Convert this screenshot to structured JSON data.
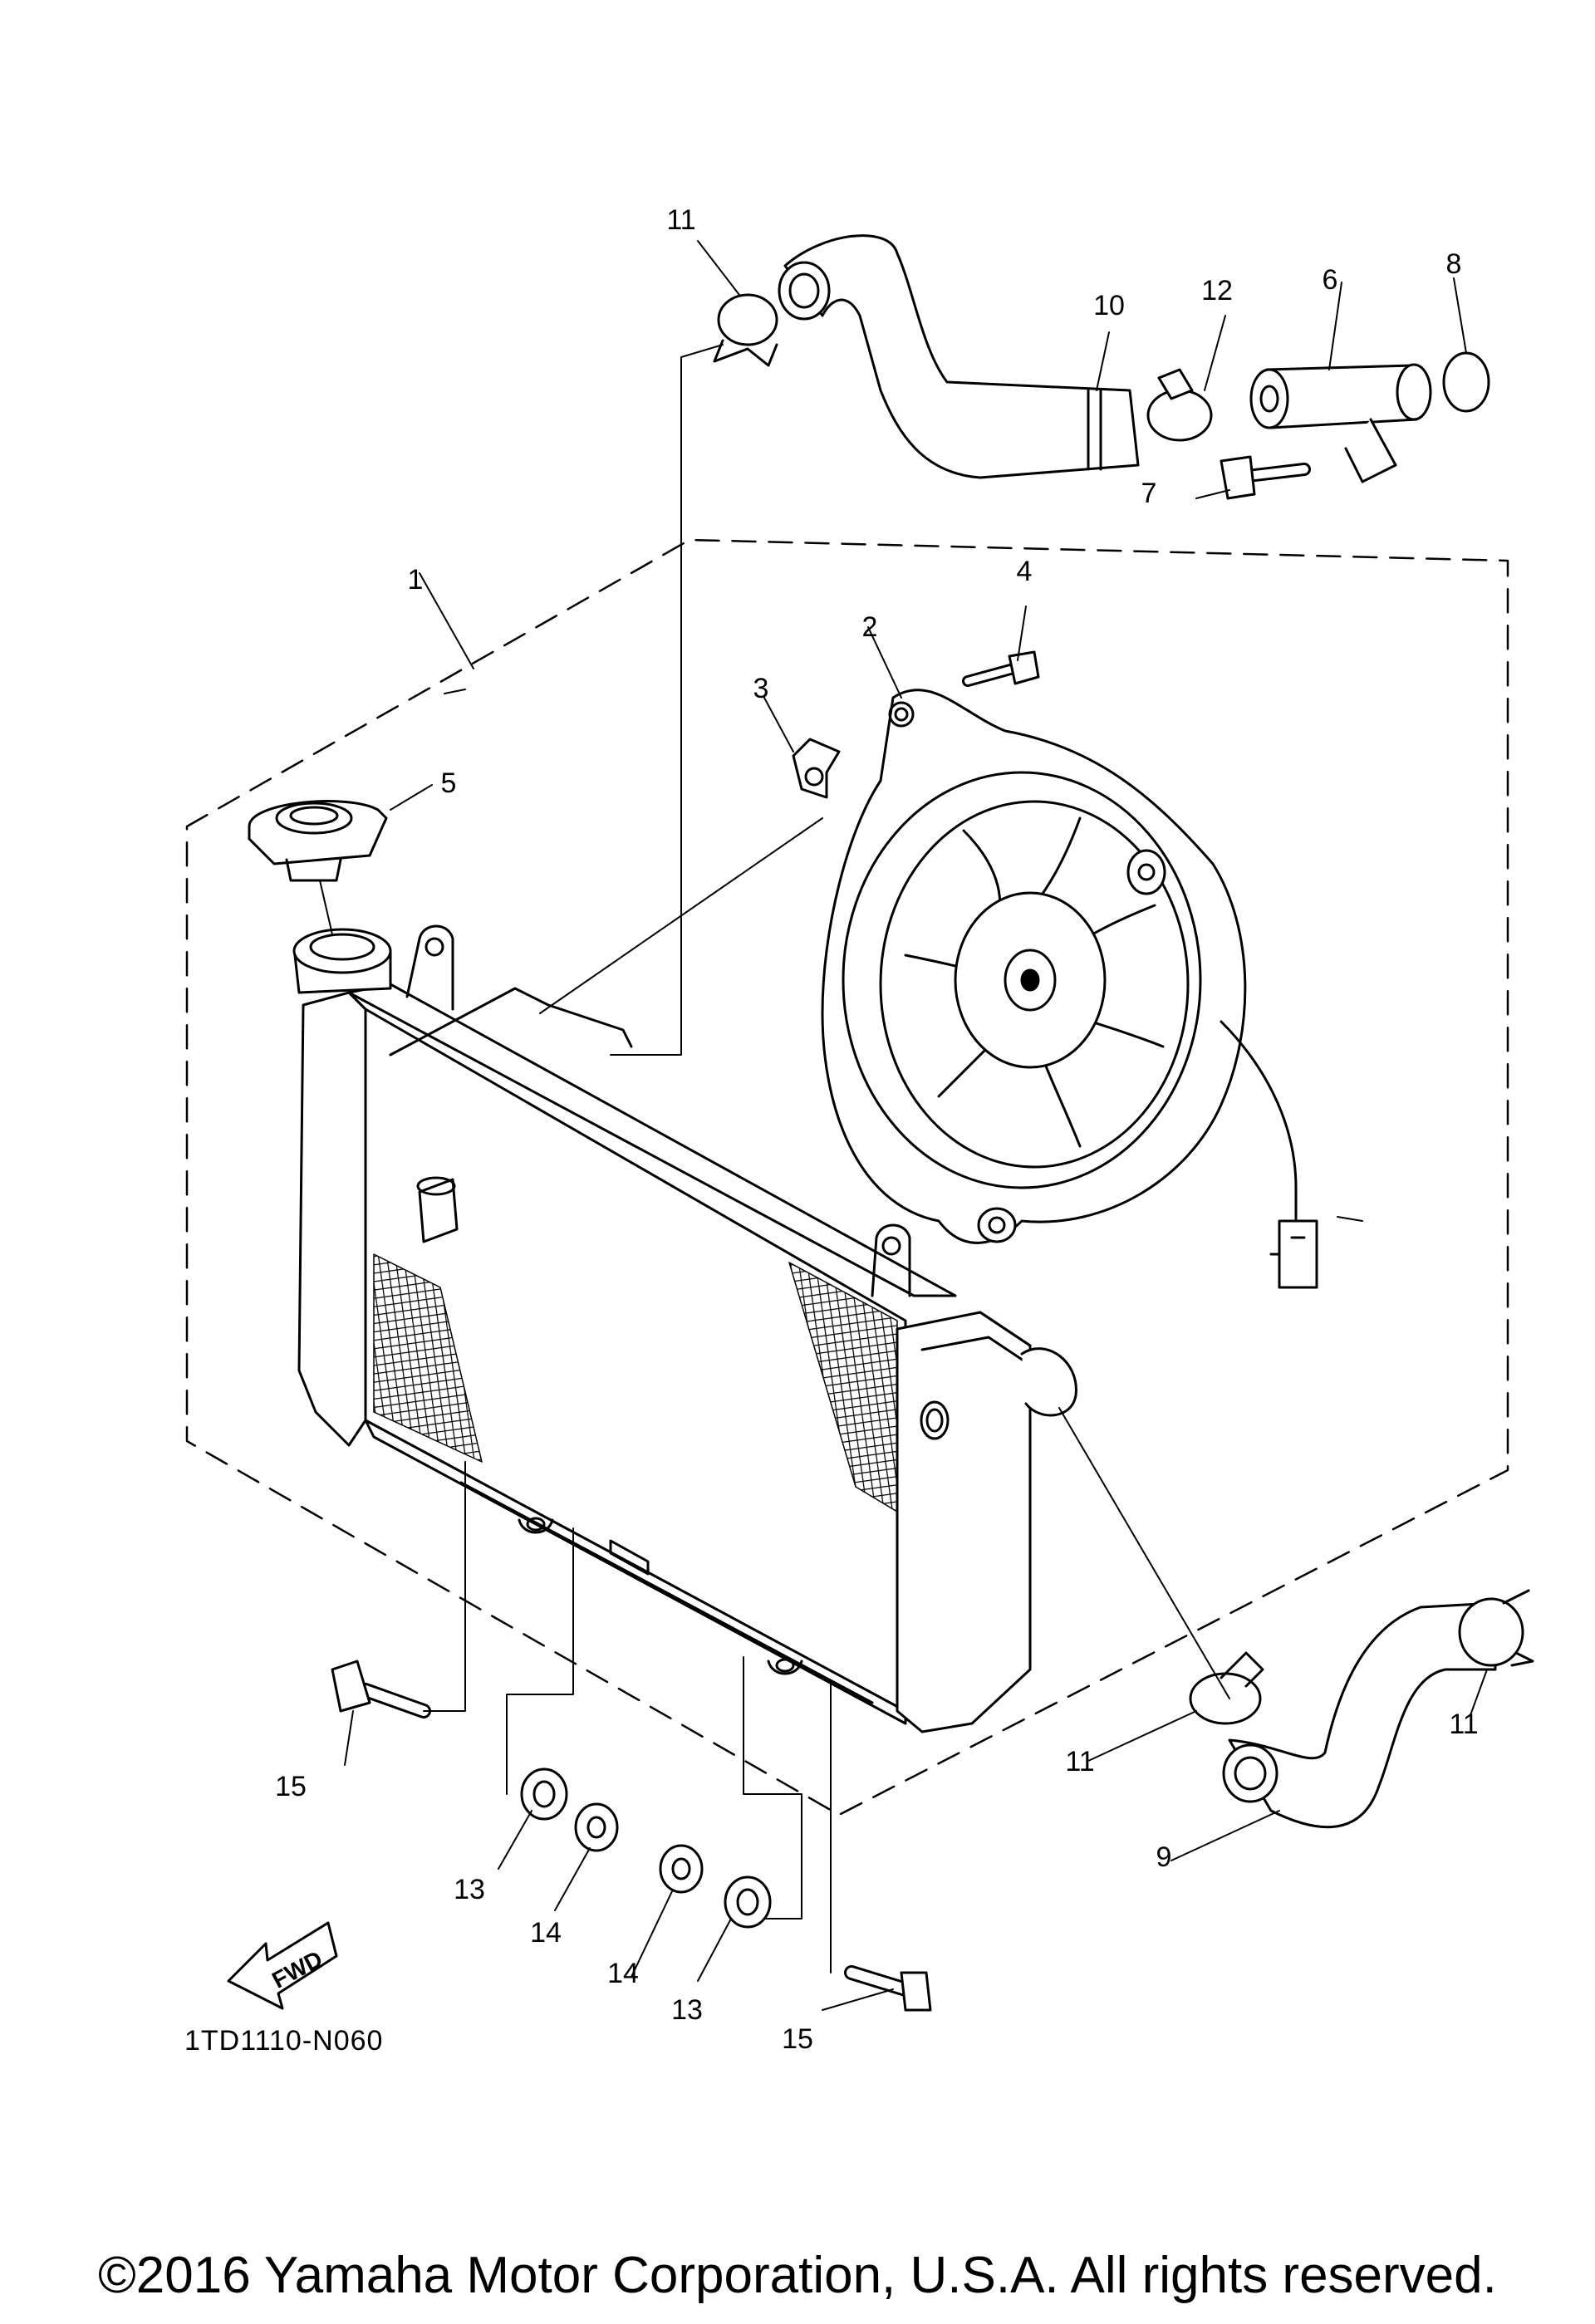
{
  "diagram": {
    "figure_code": "1TD1110-N060",
    "copyright": "©2016 Yamaha Motor Corporation, U.S.A. All rights reserved.",
    "fwd_label": "FWD"
  },
  "callouts": {
    "c1": "1",
    "c2": "2",
    "c3": "3",
    "c4": "4",
    "c5": "5",
    "c6": "6",
    "c7": "7",
    "c8": "8",
    "c9": "9",
    "c10": "10",
    "c11a": "11",
    "c11b": "11",
    "c11c": "11",
    "c12": "12",
    "c13a": "13",
    "c13b": "13",
    "c14a": "14",
    "c14b": "14",
    "c15a": "15",
    "c15b": "15"
  }
}
